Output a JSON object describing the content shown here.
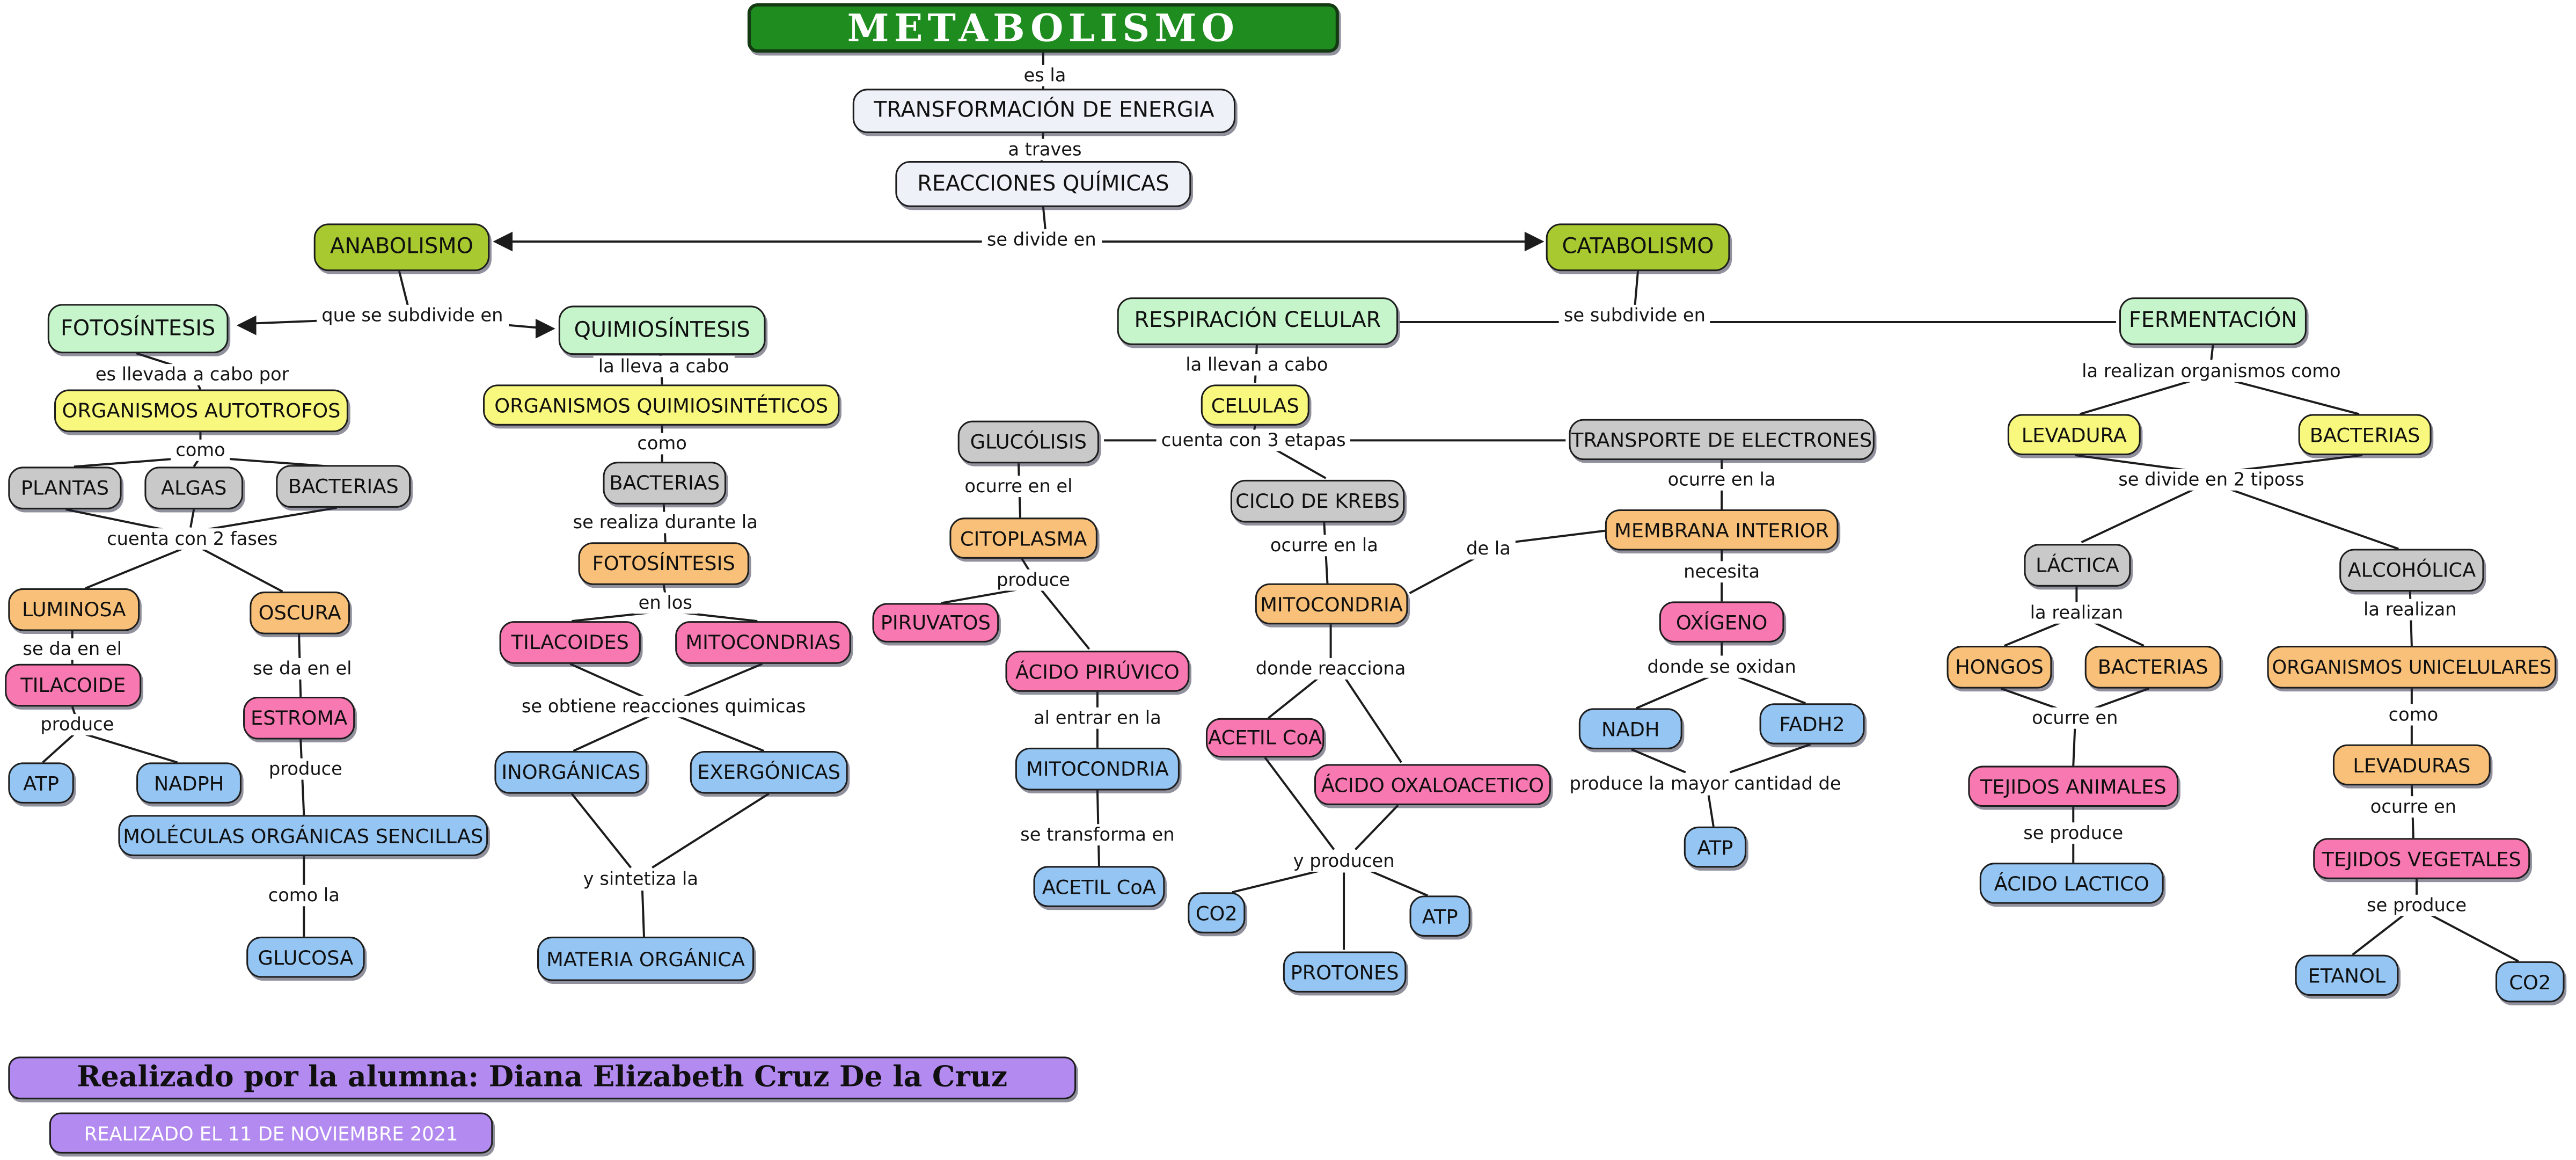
{
  "title": "METABOLISMO",
  "nodes": {
    "transformacion_de_energia": "TRANSFORMACIÓN DE ENERGIA",
    "reacciones_quimicas": "REACCIONES QUÍMICAS",
    "anabolismo": "ANABOLISMO",
    "catabolismo": "CATABOLISMO",
    "fotosintesis": "FOTOSÍNTESIS",
    "quimiosintesis": "QUIMIOSÍNTESIS",
    "respiracion_celular": "RESPIRACIÓN CELULAR",
    "fermentacion": "FERMENTACIÓN",
    "organismos_autotrofos": "ORGANISMOS AUTOTROFOS",
    "plantas": "PLANTAS",
    "algas": "ALGAS",
    "bacterias_autotrofas": "BACTERIAS",
    "luminosa": "LUMINOSA",
    "oscura": "OSCURA",
    "tilacoide": "TILACOIDE",
    "atp_luminosa": "ATP",
    "nadph": "NADPH",
    "estroma": "ESTROMA",
    "moleculas_organicas_sencillas": "MOLÉCULAS ORGÁNICAS SENCILLAS",
    "glucosa": "GLUCOSA",
    "organismos_quimiosinteticos": "ORGANISMOS QUIMIOSINTÉTICOS",
    "bacterias_quimio": "BACTERIAS",
    "fotosintesis_proceso": "FOTOSÍNTESIS",
    "tilacoides": "TILACOIDES",
    "mitocondrias": "MITOCONDRIAS",
    "inorganicas": "INORGÁNICAS",
    "exergonicas": "EXERGÓNICAS",
    "materia_organica": "MATERIA ORGÁNICA",
    "celulas": "CELULAS",
    "glucolisis": "GLUCÓLISIS",
    "ciclo_de_krebs": "CICLO DE KREBS",
    "transporte_de_electrones": "TRANSPORTE DE ELECTRONES",
    "citoplasma": "CITOPLASMA",
    "piruvatos": "PIRUVATOS",
    "acido_piruvico": "ÁCIDO PIRÚVICO",
    "mitocondria_glucolisis": "MITOCONDRIA",
    "acetil_coa_glucolisis": "ACETIL CoA",
    "mitocondria_krebs": "MITOCONDRIA",
    "acetil_coa_krebs": "ACETIL CoA",
    "acido_oxaloacetico": "ÁCIDO OXALOACETICO",
    "co2_krebs": "CO2",
    "atp_krebs": "ATP",
    "protones": "PROTONES",
    "membrana_interior": "MEMBRANA INTERIOR",
    "oxigeno": "OXÍGENO",
    "nadh": "NADH",
    "fadh2": "FADH2",
    "atp_transporte": "ATP",
    "levadura": "LEVADURA",
    "bacterias_fermentacion": "BACTERIAS",
    "lactica": "LÁCTICA",
    "alcoholica": "ALCOHÓLICA",
    "hongos": "HONGOS",
    "bacterias_lactica": "BACTERIAS",
    "tejidos_animales": "TEJIDOS ANIMALES",
    "acido_lactico": "ÁCIDO LACTICO",
    "organismos_unicelulares": "ORGANISMOS UNICELULARES",
    "levaduras": "LEVADURAS",
    "tejidos_vegetales": "TEJIDOS VEGETALES",
    "etanol": "ETANOL",
    "co2_fermentacion": "CO2"
  },
  "links": {
    "es_la": "es la",
    "a_traves": "a traves",
    "se_divide_en": "se divide en",
    "que_se_subdivide_en": "que se subdivide en",
    "se_subdivide_en": "se subdivide en",
    "es_llevada_a_cabo_por": "es llevada a cabo por",
    "como_autotrofos": "como",
    "cuenta_con_2_fases": "cuenta con 2 fases",
    "se_da_en_el_luminosa": "se da en el",
    "produce_tilacoide": "produce",
    "se_da_en_el_oscura": "se da en el",
    "produce_estroma": "produce",
    "como_la": "como la",
    "la_lleva_a_cabo": "la lleva a cabo",
    "como_quimio": "como",
    "se_realiza_durante_la": "se realiza durante la",
    "en_los": "en los",
    "se_obtiene_reacciones_quimicas": "se obtiene reacciones quimicas",
    "y_sintetiza_la": "y sintetiza la",
    "la_llevan_a_cabo": "la llevan a cabo",
    "cuenta_con_3_etapas": "cuenta con 3 etapas",
    "ocurre_en_el": "ocurre en el",
    "produce_citoplasma": "produce",
    "al_entrar_en_la": "al entrar en la",
    "se_transforma_en": "se transforma en",
    "ocurre_en_la_krebs": "ocurre en la",
    "de_la": "de la",
    "donde_reacciona": "donde reacciona",
    "y_producen": "y producen",
    "ocurre_en_la_transporte": "ocurre en la",
    "necesita": "necesita",
    "donde_se_oxidan": "donde se oxidan",
    "produce_la_mayor_cantidad_de": "produce la mayor cantidad de",
    "la_realizan_organismos_como": "la realizan organismos como",
    "se_divide_en_2_tiposs": "se divide en 2 tiposs",
    "la_realizan_lactica": "la realizan",
    "ocurre_en_lactica": "ocurre en",
    "se_produce_lactica": "se produce",
    "la_realizan_alcoholica": "la realizan",
    "como_alcoholica": "como",
    "ocurre_en_alcoholica": "ocurre en",
    "se_produce_alcoholica": "se produce"
  },
  "footer": {
    "credit": "Realizado por la alumna: Diana Elizabeth Cruz De la Cruz",
    "date_note": "REALIZADO EL 11 DE NOVIEMBRE 2021"
  },
  "colors": {
    "title_green": "#1f8c1f",
    "white_box": "#eef1f8",
    "lime": "#a8ca30",
    "mint": "#c6f5cc",
    "yellow": "#f9f87e",
    "gray": "#c9c9c9",
    "orange": "#f8c078",
    "pink": "#f878b1",
    "blue": "#95c5f3",
    "purple": "#b38af0"
  }
}
